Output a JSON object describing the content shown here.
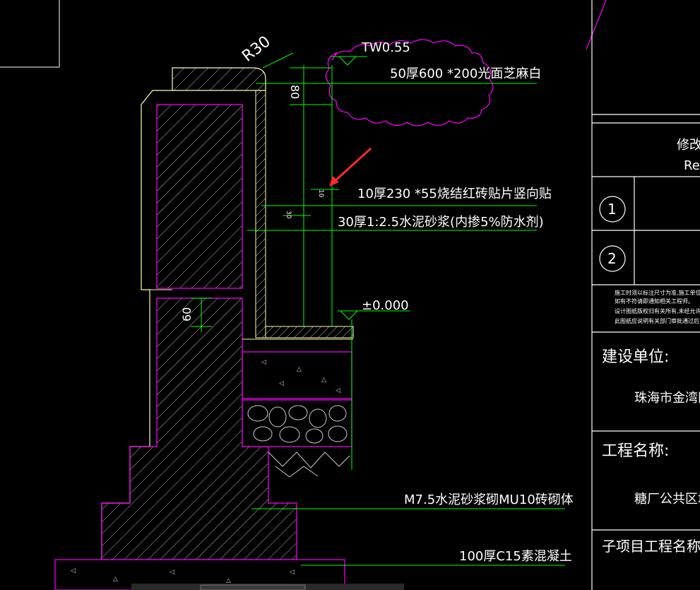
{
  "drawing": {
    "radius_label": "R30",
    "top_elevation": "TW0.55",
    "coping_note": "50厚600 *200光面芝麻白",
    "dim_80": "80",
    "dim_60": "60",
    "brick_note": "10厚230 *55烧结红砖贴片竖向贴",
    "mortar_note": "30厚1:2.5水泥砂浆(内掺5%防水剂)",
    "ground_level": "±0.000",
    "masonry_note": "M7.5水泥砂浆砌MU10砖砌体",
    "concrete_note": "100厚C15素混凝土",
    "small_dim_a": "10",
    "small_dim_b": "30"
  },
  "title_block": {
    "revision_label": "修改",
    "revision_label_en": "Re",
    "revision_1": "1",
    "revision_2": "2",
    "notes": [
      "施工时须以标注尺寸为准,施工单位",
      "如有不符请即通知相关工程师。",
      "设计图纸版权归有关所有,未经允许",
      "此图纸应说明有关部门审批通过后方"
    ],
    "client_label": "建设单位:",
    "client_value": "珠海市金湾区",
    "project_label": "工程名称:",
    "project_value": "糖厂公共区域",
    "subproject_label": "子项目工程名称:"
  },
  "colors": {
    "green": "#00ff00",
    "magenta": "#ff00ff",
    "yellow_outline": "#ffffb0",
    "white": "#ffffff",
    "arrow_red": "#ff2a2a"
  }
}
